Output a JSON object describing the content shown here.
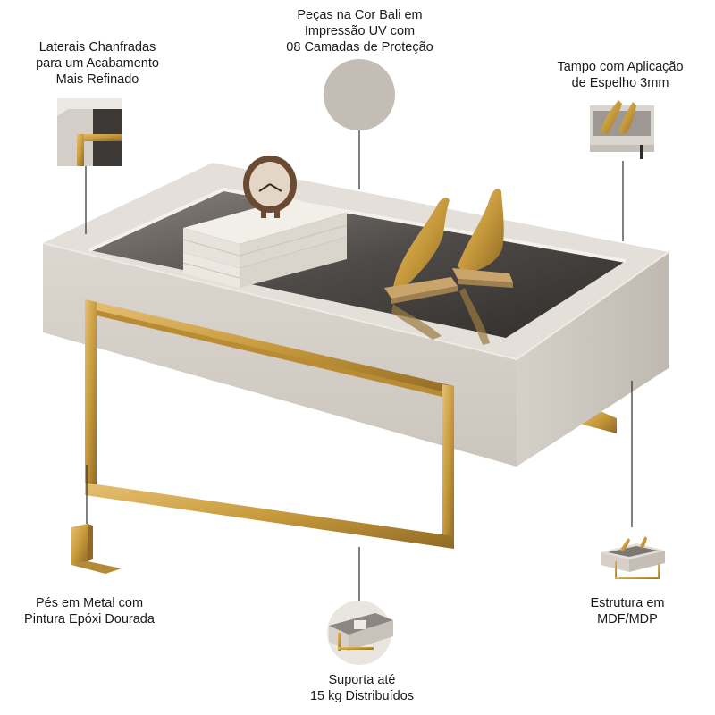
{
  "labels": {
    "chanfradas": "Laterais Chanfradas\npara um Acabamento\nMais Refinado",
    "cor_bali": "Peças na Cor Bali em\nImpressão UV com\n08 Camadas de Proteção",
    "tampo": "Tampo com Aplicação\nde Espelho 3mm",
    "pes_metal": "Pés em Metal com\nPintura Epóxi Dourada",
    "suporta": "Suporta até\n15 kg Distribuídos",
    "estrutura": "Estrutura em\nMDF/MDP"
  },
  "colors": {
    "bali": "#d6d1ca",
    "gold": "#c79a3c",
    "mirror": "#4e4a47",
    "line": "#2b2b2b"
  }
}
